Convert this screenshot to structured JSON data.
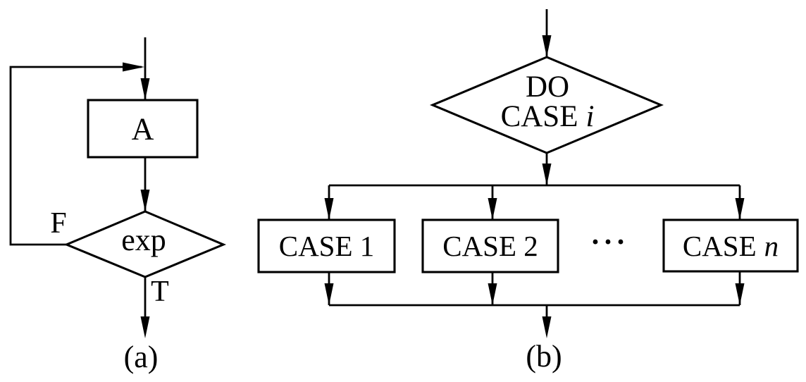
{
  "colors": {
    "ink": "#000000",
    "background": "#ffffff"
  },
  "figure": {
    "a": {
      "caption": "(a)",
      "box_label": "A",
      "diamond_label": "exp",
      "branch_false": "F",
      "branch_true": "T"
    },
    "b": {
      "caption": "(b)",
      "diamond_line1": "DO",
      "diamond_line2_prefix": "CASE",
      "diamond_line2_var": "i",
      "cases": [
        {
          "label": "CASE 1"
        },
        {
          "label": "CASE 2"
        },
        {
          "label_prefix": "CASE",
          "label_var": "n"
        }
      ],
      "ellipsis": "···"
    }
  }
}
